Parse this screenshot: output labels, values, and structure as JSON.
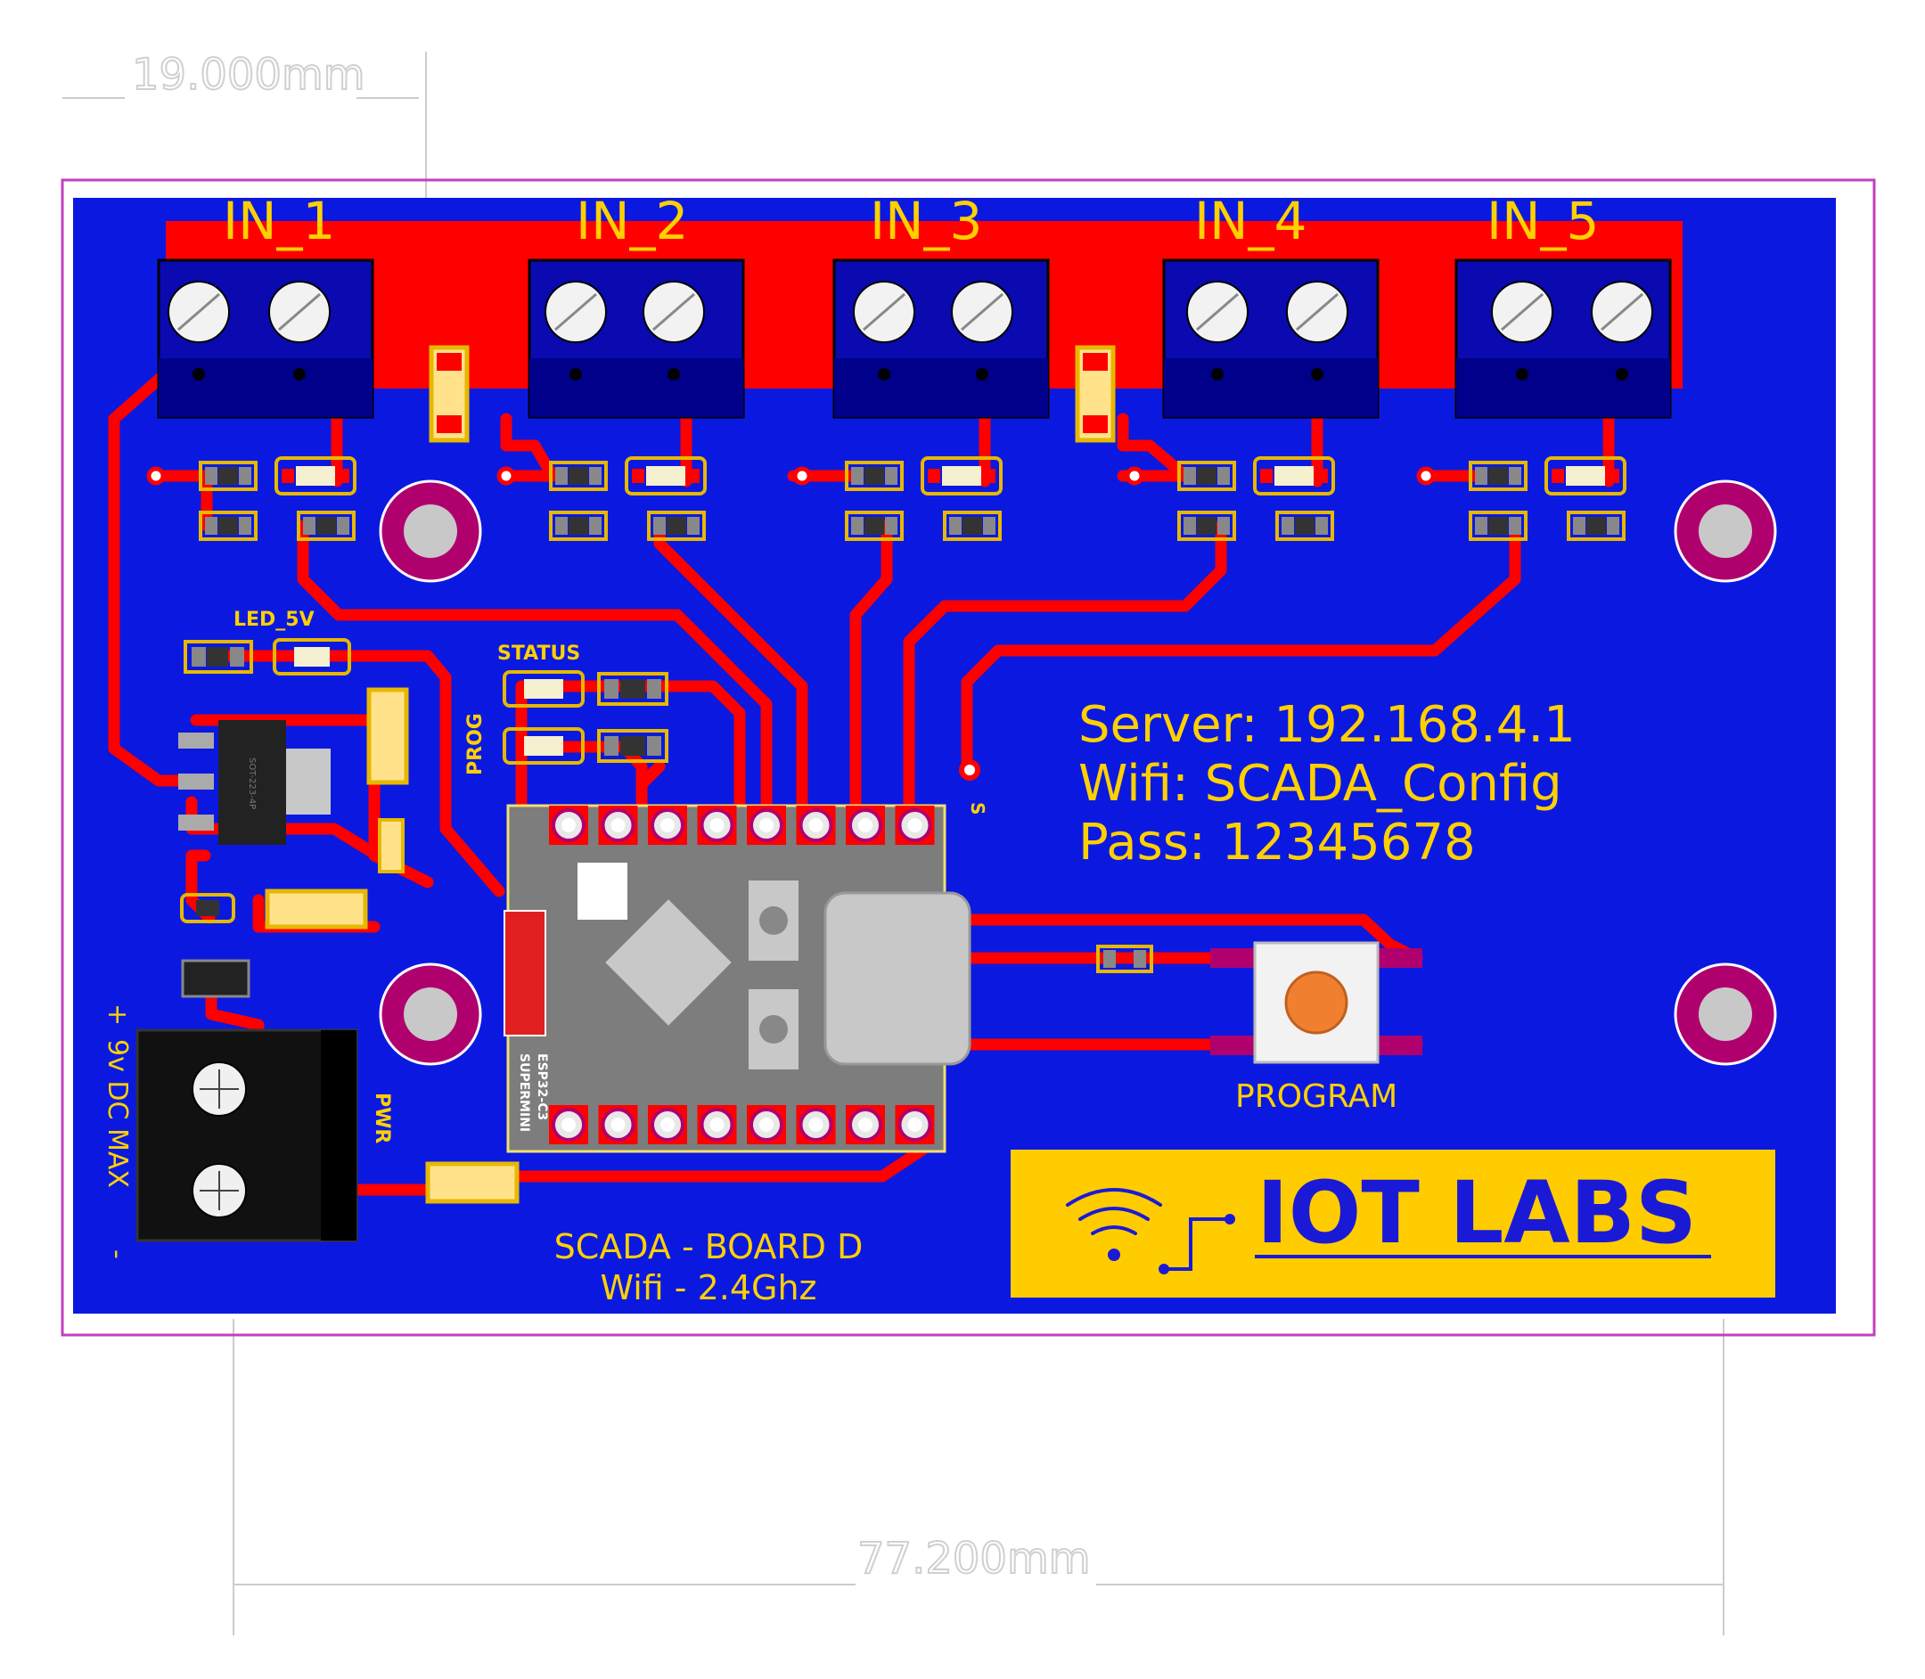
{
  "dimensions": {
    "height_label": "19.000mm",
    "width_label": "77.200mm"
  },
  "inputs": [
    "IN_1",
    "IN_2",
    "IN_3",
    "IN_4",
    "IN_5"
  ],
  "silkscreen": {
    "led_5v": "LED_5V",
    "status": "STATUS",
    "prog": "PROG",
    "pwr": "PWR",
    "s_mark": "S",
    "program": "PROGRAM",
    "power_plus": "+",
    "power_label": "9v DC MAX",
    "power_minus": "-",
    "regulator_marking": "SOT-223-4P"
  },
  "info": {
    "server": "Server: 192.168.4.1",
    "wifi": "Wifi: SCADA_Config",
    "pass": "Pass: 12345678"
  },
  "board": {
    "name": "SCADA - BOARD D",
    "radio": "Wifi - 2.4Ghz"
  },
  "module": {
    "line1": "ESP32-C3",
    "line2": "SUPERMINI"
  },
  "logo": {
    "text": "IOT LABS"
  },
  "colors": {
    "board_blue": "#0b19e0",
    "copper_red": "#ff0000",
    "silk_yellow": "#ffd000",
    "pad_gold": "#e6b800",
    "via_purple": "#b0006e",
    "outline_magenta": "#c040c0",
    "logo_bg": "#ffcc00",
    "logo_text": "#1a1ad6"
  }
}
